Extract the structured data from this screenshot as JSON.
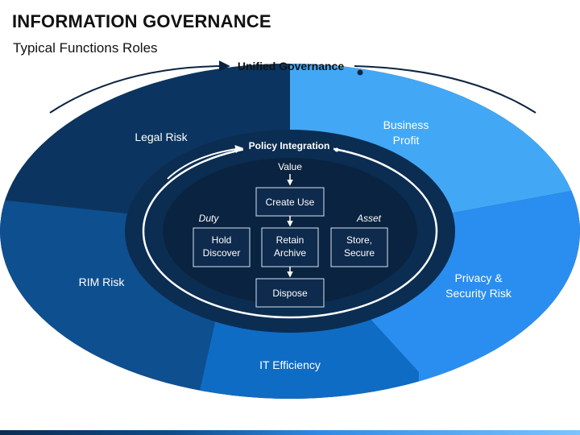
{
  "header": {
    "title": "INFORMATION GOVERNANCE",
    "subtitle": "Typical Functions Roles"
  },
  "outer_ring": {
    "label": "Unified Governance",
    "segments": {
      "legal_risk": "Legal Risk",
      "business_profit": [
        "Business",
        "Profit"
      ],
      "rim_risk": "RIM Risk",
      "privacy_security_risk": [
        "Privacy &",
        "Security Risk"
      ],
      "it_efficiency": "IT Efficiency"
    }
  },
  "inner_ring": {
    "label": "Policy Integration",
    "value_label": "Value",
    "duty_label": "Duty",
    "asset_label": "Asset",
    "boxes": {
      "create_use": "Create Use",
      "hold_discover": [
        "Hold",
        "Discover"
      ],
      "retain_archive": [
        "Retain",
        "Archive"
      ],
      "store_secure": [
        "Store,",
        "Secure"
      ],
      "dispose": "Dispose"
    }
  },
  "colors": {
    "legal_risk": "#0b3560",
    "business_profit": "#42a8f5",
    "rim_risk": "#0e4f8f",
    "privacy_security_risk": "#2a8ef0",
    "it_efficiency": "#0f6cc4",
    "core": "#0a2340",
    "ring_band": "#0b2d52"
  }
}
